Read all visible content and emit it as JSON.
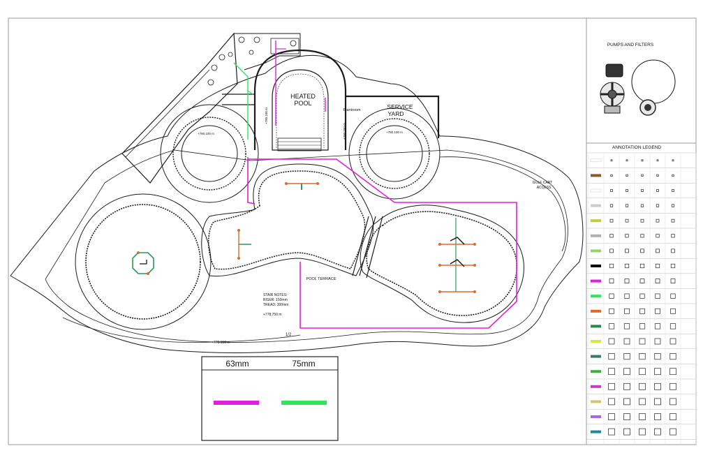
{
  "plan": {
    "labels": {
      "heated_pool": [
        "HEATED",
        "POOL"
      ],
      "service_yard": [
        "SERVICE",
        "YARD"
      ],
      "plantroom": "Plantroom",
      "pool_terrace": "POOL TERRACE",
      "golf_cart": [
        "GOLF CART",
        "ACCESS"
      ],
      "stair_notes": [
        "STAIR NOTES:",
        "RISER: 150mm",
        "TREAD: 300mm"
      ],
      "level_main": "+778.750 m",
      "level_bottom": "+778.150 m",
      "level_left": "+780.100 m",
      "level_right": "+780.100 m",
      "level_heated": "+780.100 m",
      "level_side": "+780.100 m",
      "section_marker": "1/2"
    }
  },
  "pipe_key": {
    "items": [
      {
        "label": "63mm",
        "color": "#e11ee0"
      },
      {
        "label": "75mm",
        "color": "#2ee65a"
      }
    ]
  },
  "right_panel": {
    "pumps_title": "PUMPS AND FILTERS",
    "legend_title": "ANNOTATION LEGEND",
    "legend_swatches": [
      "#ffffff",
      "#8b5a2b",
      "#ffffff",
      "#cccccc",
      "#c8c83c",
      "#b0b0b0",
      "#9ad26a",
      "#000000",
      "#e11ee0",
      "#2ee65a",
      "#e0682a",
      "#2a8a4a",
      "#d2e64a",
      "#3a7a6a",
      "#3ab43a",
      "#c43cc4",
      "#c8c87a",
      "#a46ae0",
      "#1a8aa0"
    ]
  },
  "colors": {
    "pipe_63": "#e11ee0",
    "pipe_75": "#2ee65a",
    "fitting": "#e0682a",
    "riser": "#2a9a5a",
    "drawing": "#1a1a1a"
  }
}
